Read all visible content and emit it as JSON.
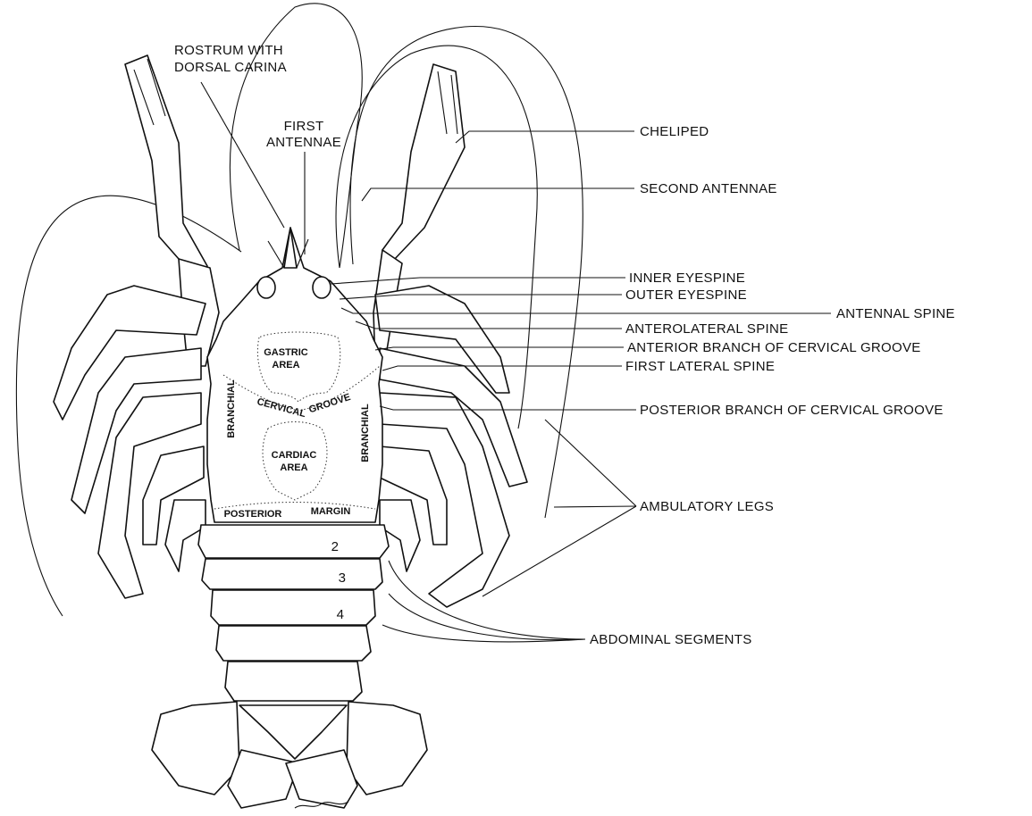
{
  "labels": {
    "rostrum_line1": "ROSTRUM WITH",
    "rostrum_line2": "DORSAL CARINA",
    "first_antennae_line1": "FIRST",
    "first_antennae_line2": "ANTENNAE",
    "cheliped": "CHELIPED",
    "second_antennae": "SECOND ANTENNAE",
    "inner_eyespine": "INNER EYESPINE",
    "outer_eyespine": "OUTER EYESPINE",
    "antennal_spine": "ANTENNAL SPINE",
    "anterolateral_spine": "ANTEROLATERAL SPINE",
    "anterior_branch": "ANTERIOR BRANCH OF CERVICAL GROOVE",
    "first_lateral_spine": "FIRST LATERAL SPINE",
    "posterior_branch": "POSTERIOR BRANCH OF CERVICAL GROOVE",
    "ambulatory_legs": "AMBULATORY LEGS",
    "abdominal_segments": "ABDOMINAL SEGMENTS"
  },
  "body_labels": {
    "gastric_1": "GASTRIC",
    "gastric_2": "AREA",
    "cardiac_1": "CARDIAC",
    "cardiac_2": "AREA",
    "branchial_left": "BRANCHIAL",
    "branchial_right": "BRANCHIAL",
    "cervical": "CERVICAL",
    "groove": "GROOVE",
    "posterior": "POSTERIOR",
    "margin": "MARGIN",
    "seg2": "2",
    "seg3": "3",
    "seg4": "4"
  }
}
